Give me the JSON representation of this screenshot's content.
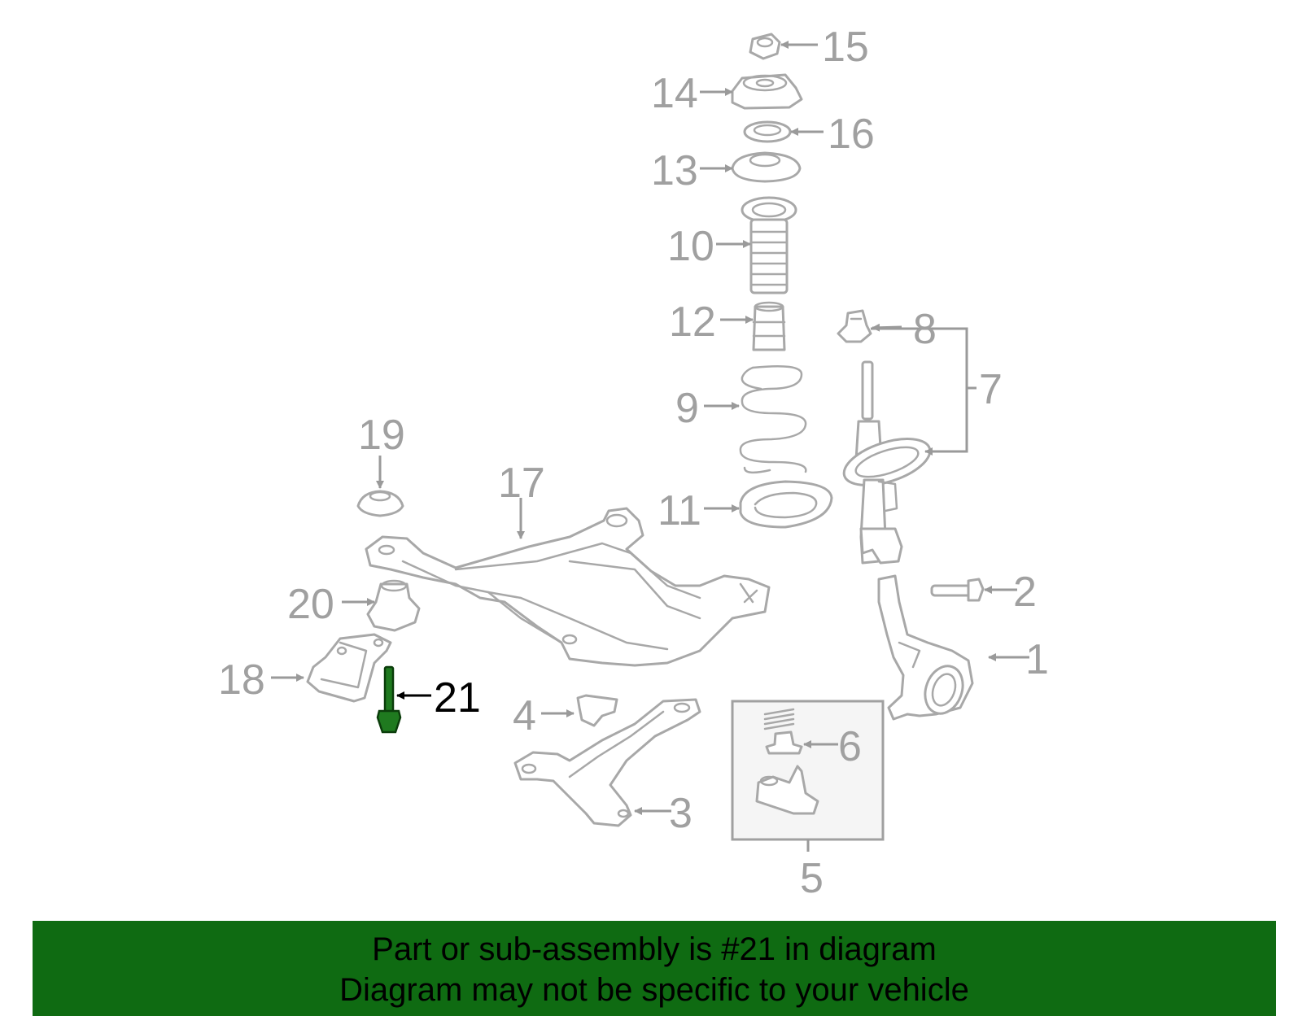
{
  "diagram": {
    "highlighted_part": "21",
    "colors": {
      "part_outline": "#a8a8a8",
      "label": "#a0a0a0",
      "highlight_part": "#1f7a1f",
      "highlight_label": "#000000",
      "banner_bg": "#0f6b12"
    },
    "labels": {
      "p1": "1",
      "p2": "2",
      "p3": "3",
      "p4": "4",
      "p5": "5",
      "p6": "6",
      "p7": "7",
      "p8": "8",
      "p9": "9",
      "p10": "10",
      "p11": "11",
      "p12": "12",
      "p13": "13",
      "p14": "14",
      "p15": "15",
      "p16": "16",
      "p17": "17",
      "p18": "18",
      "p19": "19",
      "p20": "20",
      "p21": "21"
    }
  },
  "banner": {
    "line1": "Part or sub-assembly is #21 in diagram",
    "line2": "Diagram may not be specific to your vehicle"
  }
}
